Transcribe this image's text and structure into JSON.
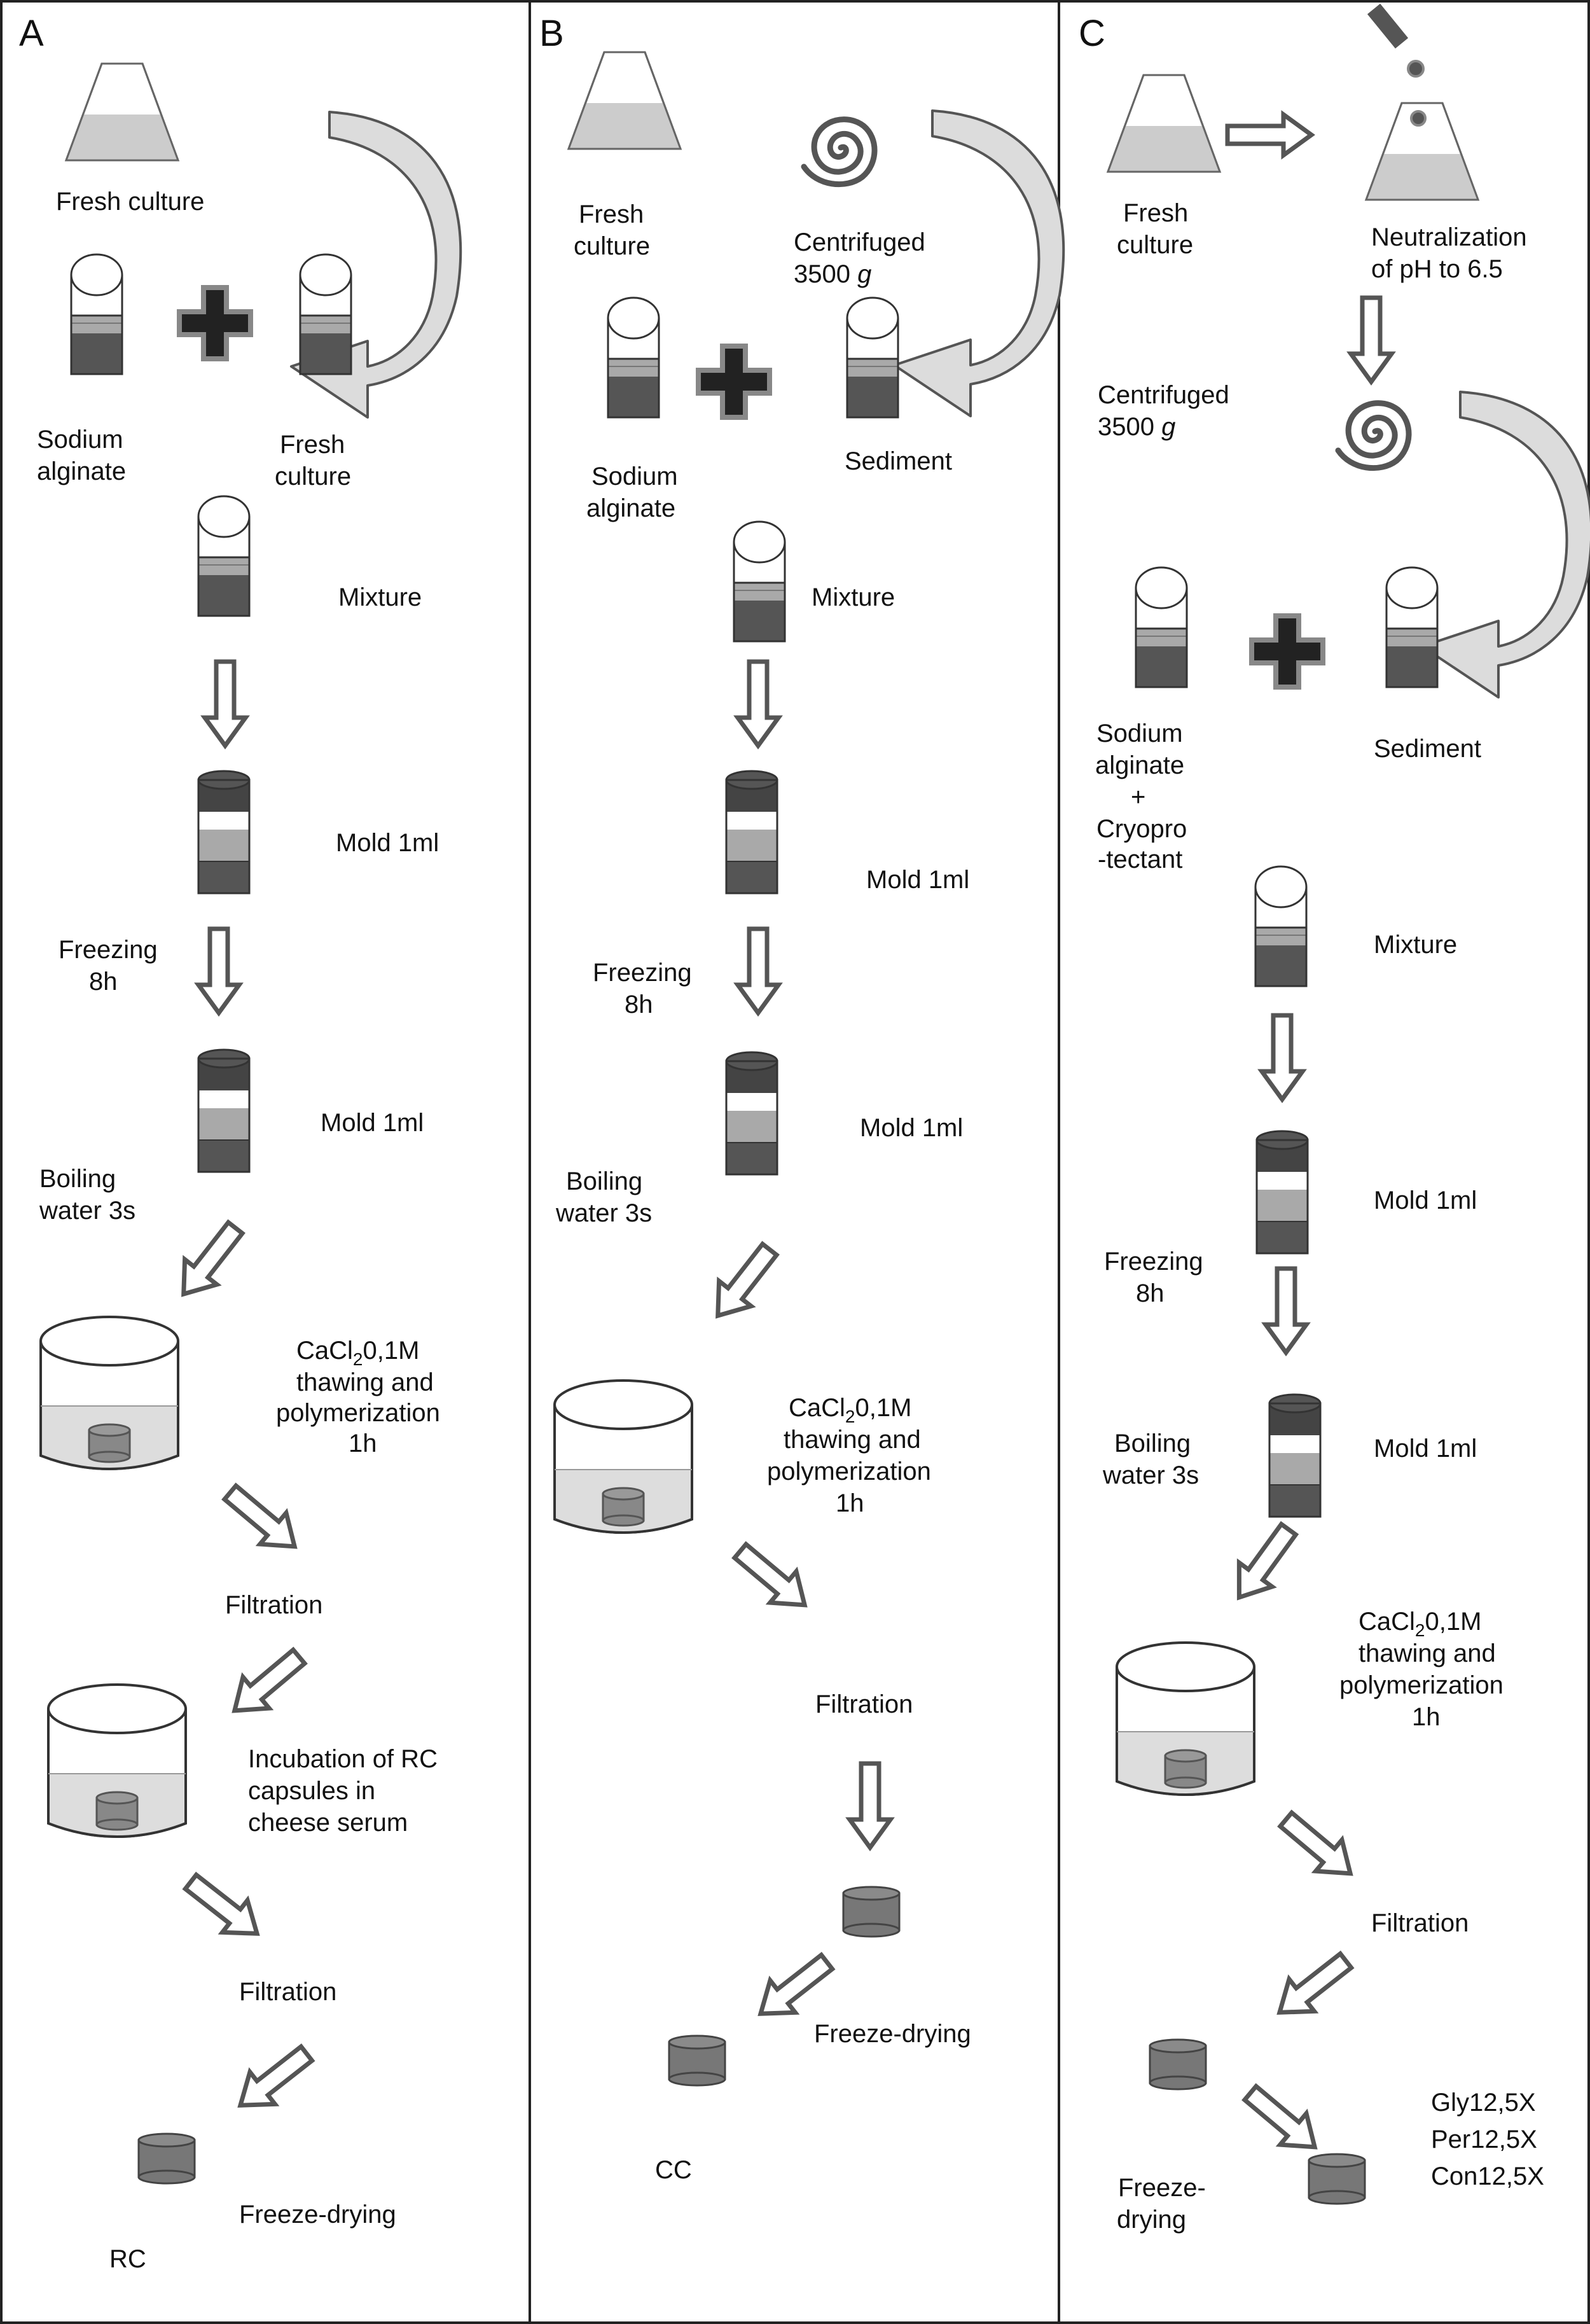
{
  "colors": {
    "outline": "#333333",
    "liquid_dark": "#555555",
    "liquid_light": "#a9a9a9",
    "flask_liquid": "#cccccc",
    "cap_dark": "#444444",
    "arrow_fill": "#ffffff",
    "curve_fill": "#dcdcdc",
    "plus_fill": "#222222",
    "plus_border": "#888888",
    "capsule": "#777777"
  },
  "icons": {
    "flask": "conical-flask-icon",
    "tube": "test-tube-icon",
    "spiral": "centrifuge-spiral-icon",
    "plus": "plus-icon",
    "arrow": "hollow-arrow-icon",
    "beaker": "beaker-icon",
    "capsule": "capsule-icon",
    "ph_probe": "ph-probe-icon"
  },
  "panels": {
    "a": {
      "letter": "A",
      "fresh_culture_top": "Fresh culture",
      "sodium_1": "Sodium",
      "sodium_2": "alginate",
      "fresh_1": "Fresh",
      "fresh_2": "culture",
      "mixture": "Mixture",
      "mold_1": "Mold 1ml",
      "freezing_1": "Freezing",
      "freezing_2": "8h",
      "mold_2": "Mold 1ml",
      "boiling_1": "Boiling",
      "boiling_2": "water 3s",
      "cacl_pre": "CaCl",
      "cacl_sub": "2",
      "cacl_post": "0,1M",
      "cacl_2": "thawing and",
      "cacl_3": "polymerization",
      "cacl_4": "1h",
      "filtration_1": "Filtration",
      "incub_1": "Incubation of RC",
      "incub_2": "capsules in",
      "incub_3": "cheese serum",
      "filtration_2": "Filtration",
      "freeze_drying": "Freeze-drying",
      "result": "RC"
    },
    "b": {
      "letter": "B",
      "fresh_1": "Fresh",
      "fresh_2": "culture",
      "centrifuged_1": "Centrifuged",
      "centrifuged_2a": "3500 ",
      "centrifuged_2b": "g",
      "sodium_1": "Sodium",
      "sodium_2": "alginate",
      "sediment": "Sediment",
      "mixture": "Mixture",
      "mold_1": "Mold 1ml",
      "freezing_1": "Freezing",
      "freezing_2": "8h",
      "mold_2": "Mold 1ml",
      "boiling_1": "Boiling",
      "boiling_2": "water 3s",
      "cacl_pre": "CaCl",
      "cacl_sub": "2",
      "cacl_post": "0,1M",
      "cacl_2": "thawing and",
      "cacl_3": "polymerization",
      "cacl_4": "1h",
      "filtration": "Filtration",
      "freeze_drying": "Freeze-drying",
      "result": "CC"
    },
    "c": {
      "letter": "C",
      "fresh_1": "Fresh",
      "fresh_2": "culture",
      "neutral_1": "Neutralization",
      "neutral_2": "of pH to 6.5",
      "centrifuged_1": "Centrifuged",
      "centrifuged_2a": "3500 ",
      "centrifuged_2b": "g",
      "sodium_1": "Sodium",
      "sodium_2": "alginate",
      "sodium_3": "+",
      "sodium_4": "Cryopro",
      "sodium_5": "-tectant",
      "sediment": "Sediment",
      "mixture": "Mixture",
      "mold_1": "Mold 1ml",
      "freezing_1": "Freezing",
      "freezing_2": "8h",
      "boiling_1": "Boiling",
      "boiling_2": "water 3s",
      "mold_2": "Mold 1ml",
      "cacl_pre": "CaCl",
      "cacl_sub": "2",
      "cacl_post": "0,1M",
      "cacl_2": "thawing and",
      "cacl_3": "polymerization",
      "cacl_4": "1h",
      "filtration": "Filtration",
      "freeze_1": "Freeze-",
      "freeze_2": "drying",
      "result_1": "Gly12,5X",
      "result_2": "Per12,5X",
      "result_3": "Con12,5X"
    }
  }
}
